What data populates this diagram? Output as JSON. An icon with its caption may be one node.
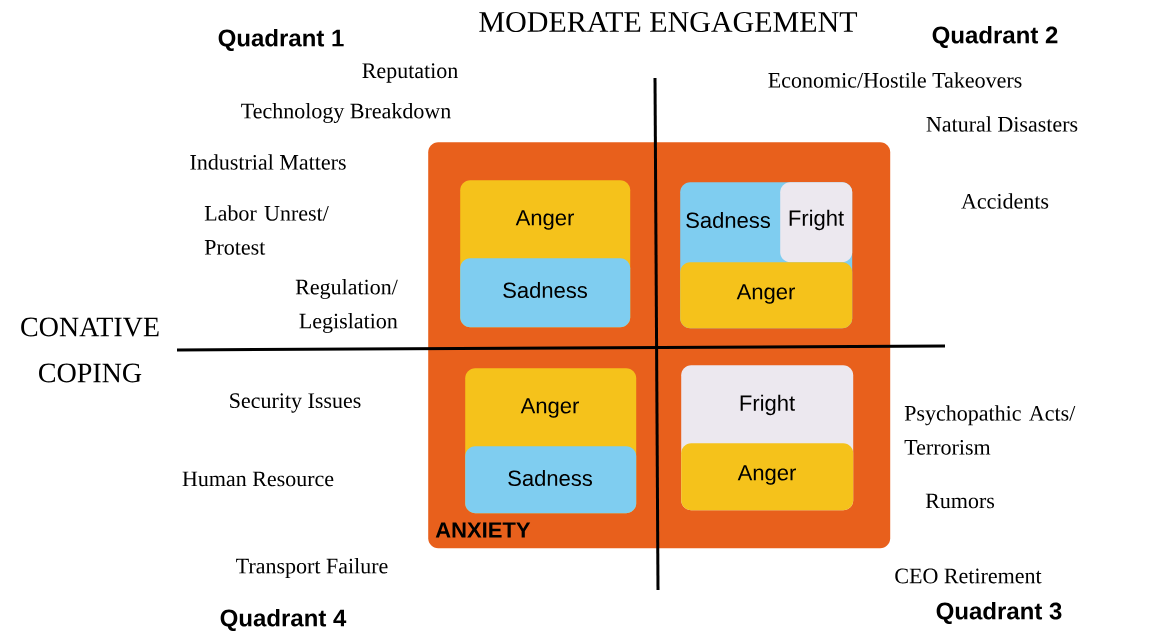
{
  "diagram": {
    "title": "MODERATE ENGAGEMENT",
    "nodes": [
      {
        "text": [
          "ANXIETY"
        ]
      },
      {
        "text": [
          "Anger"
        ],
        "in": 0
      },
      {
        "text": [
          "Sadness"
        ],
        "in": 1
      },
      {
        "text": [
          "Sadness"
        ],
        "in": 0
      },
      {
        "text": [
          "Fright"
        ],
        "in": 3
      },
      {
        "text": [
          "Anger"
        ],
        "in": 3
      },
      {
        "text": [
          "Anger"
        ],
        "in": 0
      },
      {
        "text": [
          "Sadness"
        ],
        "in": 6
      },
      {
        "text": [
          "Fright"
        ],
        "in": 0
      },
      {
        "text": [
          "Anger"
        ],
        "in": 8
      }
    ],
    "labels": [
      "Quadrant 1",
      "Quadrant 2",
      "Reputation",
      "Economic/Hostile Takeovers",
      "Technology Breakdown",
      "Natural Disasters",
      "Industrial Matters",
      "Accidents",
      "Labor Unrest/ Protest",
      "Regulation/ Legislation",
      "CONATIVE COPING",
      "Security Issues",
      "Psychopathic Acts/ Terrorism",
      "Human Resource",
      "Rumors",
      "Transport Failure",
      "CEO Retirement",
      "Quadrant 4",
      "Quadrant 3"
    ]
  }
}
